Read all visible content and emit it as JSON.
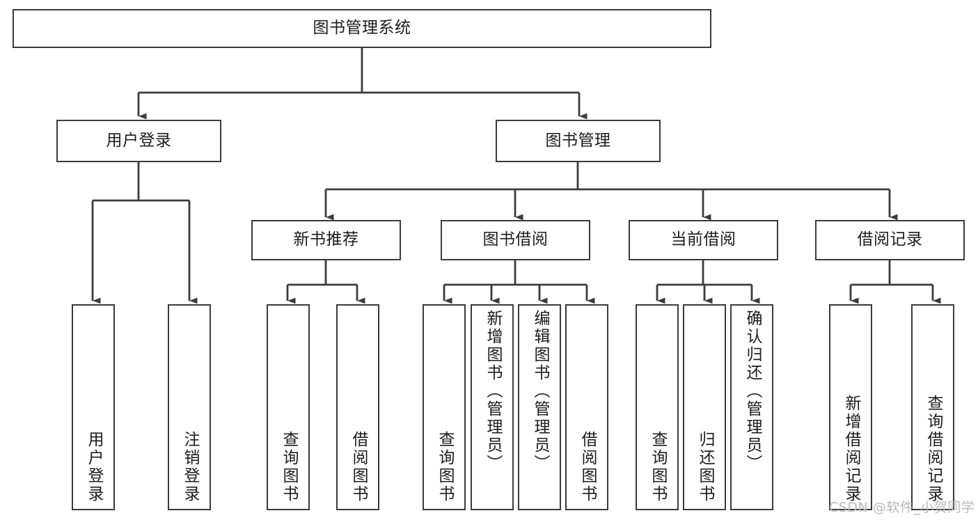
{
  "diagram": {
    "type": "tree-hierarchy-chart",
    "title": "图书管理系统",
    "orientation": "top-down",
    "box_style": {
      "stroke": "#3b3b3b",
      "fill": "#ffffff",
      "text": "#1c1c1c"
    },
    "connector_style": {
      "stroke": "#3b3b3b",
      "arrowhead": "filled-triangle"
    }
  },
  "root": {
    "label": "图书管理系统"
  },
  "level2": [
    {
      "label": "用户登录"
    },
    {
      "label": "图书管理"
    }
  ],
  "level3": [
    {
      "label": "新书推荐"
    },
    {
      "label": "图书借阅"
    },
    {
      "label": "当前借阅"
    },
    {
      "label": "借阅记录"
    }
  ],
  "leaves": {
    "user_login": [
      {
        "label": "用户登录"
      },
      {
        "label": "注销登录"
      }
    ],
    "new_book_recommend": [
      {
        "label": "查询图书"
      },
      {
        "label": "借阅图书"
      }
    ],
    "book_borrow": [
      {
        "label": "查询图书"
      },
      {
        "label": "新增图书（管理员）"
      },
      {
        "label": "编辑图书（管理员）"
      },
      {
        "label": "借阅图书"
      }
    ],
    "current_borrow": [
      {
        "label": "查询图书"
      },
      {
        "label": "归还图书"
      },
      {
        "label": "确认归还（管理员）"
      }
    ],
    "borrow_records": [
      {
        "label": "新增借阅记录"
      },
      {
        "label": "查询借阅记录"
      }
    ]
  },
  "watermark": {
    "text": "CSDN @软件_小贺同学"
  }
}
